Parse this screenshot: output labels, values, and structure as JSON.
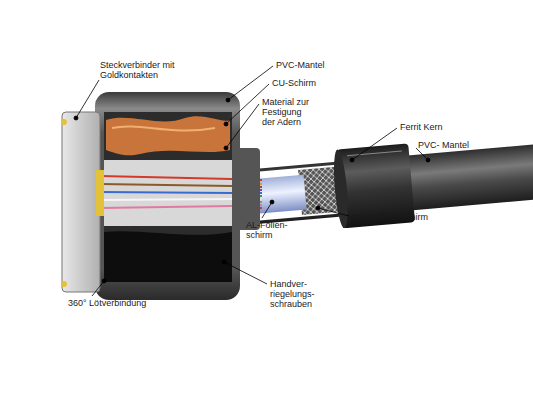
{
  "diagram": {
    "labels": [
      "Steckverbinder mit Goldkontakten",
      "PVC-Mantel",
      "CU-Schirm",
      "Material zur Festigung der Adern",
      "Ferrit Kern",
      "PVC- Mantel",
      "CU-Geflechtschirm",
      "AL-Folien- schirm",
      "360° Lötverbindung",
      "Handver- riegelungs- schrauben"
    ]
  }
}
